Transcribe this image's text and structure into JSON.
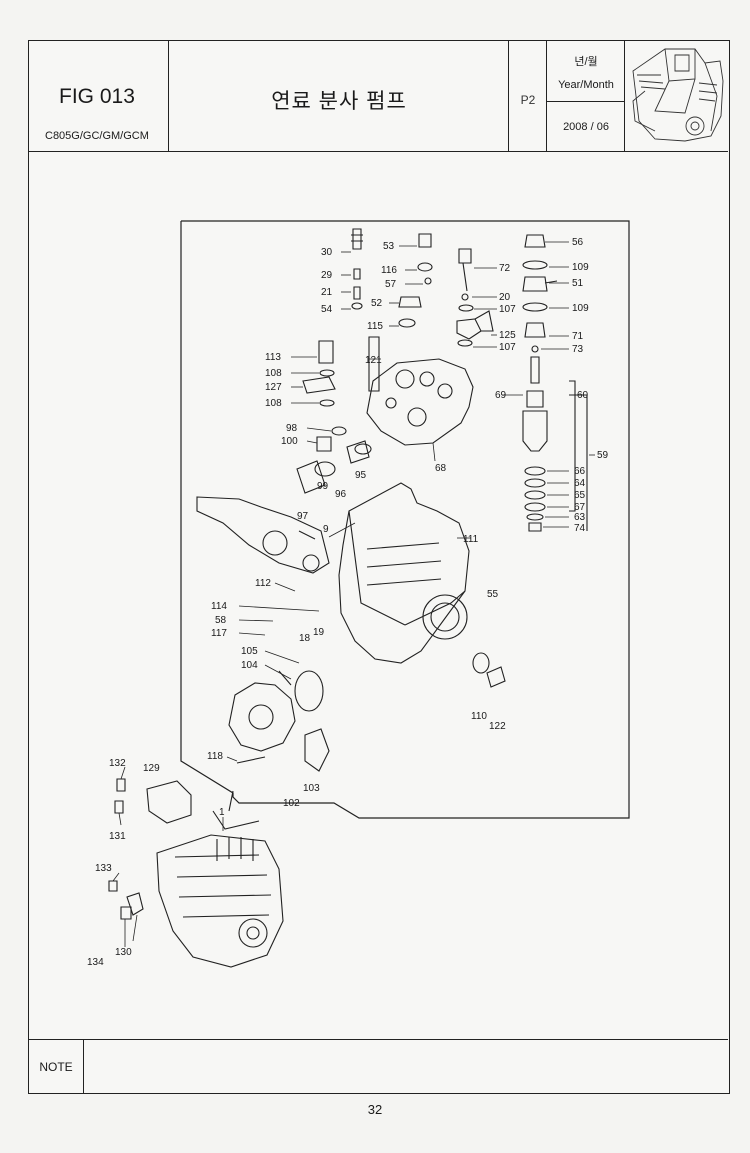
{
  "header": {
    "fig_number": "FIG 013",
    "model": "C805G/GC/GM/GCM",
    "title": "연료 분사 펌프",
    "page": "P2",
    "year_month_ko": "년/월",
    "year_month_en": "Year/Month",
    "date": "2008 / 06"
  },
  "parts": [
    "30",
    "29",
    "21",
    "54",
    "53",
    "116",
    "57",
    "52",
    "115",
    "72",
    "20",
    "107",
    "125",
    "107",
    "56",
    "109",
    "51",
    "109",
    "71",
    "73",
    "121",
    "113",
    "108",
    "127",
    "108",
    "98",
    "100",
    "69",
    "60",
    "59",
    "68",
    "95",
    "96",
    "99",
    "97",
    "66",
    "64",
    "65",
    "67",
    "63",
    "74",
    "9",
    "111",
    "112",
    "55",
    "114",
    "58",
    "117",
    "19",
    "18",
    "105",
    "104",
    "110",
    "122",
    "118",
    "102",
    "103",
    "132",
    "129",
    "131",
    "1",
    "133",
    "130",
    "134"
  ],
  "note": {
    "label": "NOTE"
  },
  "footer": {
    "page_number": "32"
  }
}
